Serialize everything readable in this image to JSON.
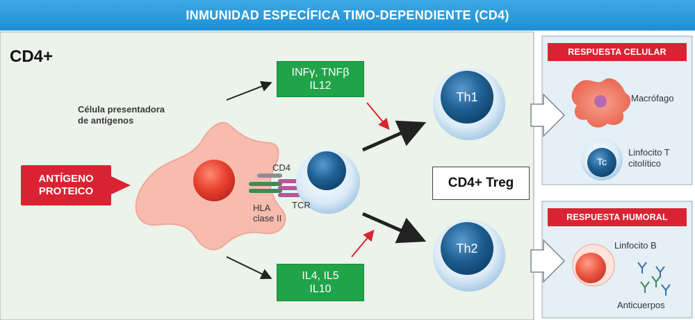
{
  "title": "INMUNIDAD ESPECÍFICA TIMO-DEPENDIENTE (CD4)",
  "section_label": "CD4+",
  "apc": {
    "label_line1": "Célula presentadora",
    "label_line2": "de antígenos"
  },
  "antigen": {
    "line1": "ANTÍGENO",
    "line2": "PROTEICO"
  },
  "receptors": {
    "cd4": "CD4",
    "tcr": "TCR",
    "hla_line1": "HLA",
    "hla_line2": "clase II"
  },
  "cytokines_th1": {
    "line1": "INFγ, TNFβ",
    "line2": "IL12"
  },
  "cytokines_th2": {
    "line1": "IL4, IL5",
    "line2": "IL10"
  },
  "cells": {
    "th1": "Th1",
    "th2": "Th2",
    "treg": "CD4+ Treg",
    "tc": "Tc"
  },
  "cellular_response": {
    "header": "RESPUESTA CELULAR",
    "macrophage": "Macrófago",
    "tc_line1": "Linfocito T",
    "tc_line2": "citolítico"
  },
  "humoral_response": {
    "header": "RESPUESTA HUMORAL",
    "b_cell": "Linfocito B",
    "antibodies": "Anticuerpos"
  },
  "colors": {
    "title_bar": "#2399dc",
    "panel_bg": "#ebf3ea",
    "red_box": "#d92332",
    "green_box": "#21a34a",
    "apc_cell": "#f6b7aa",
    "lymphocyte": "#1f5f92"
  }
}
